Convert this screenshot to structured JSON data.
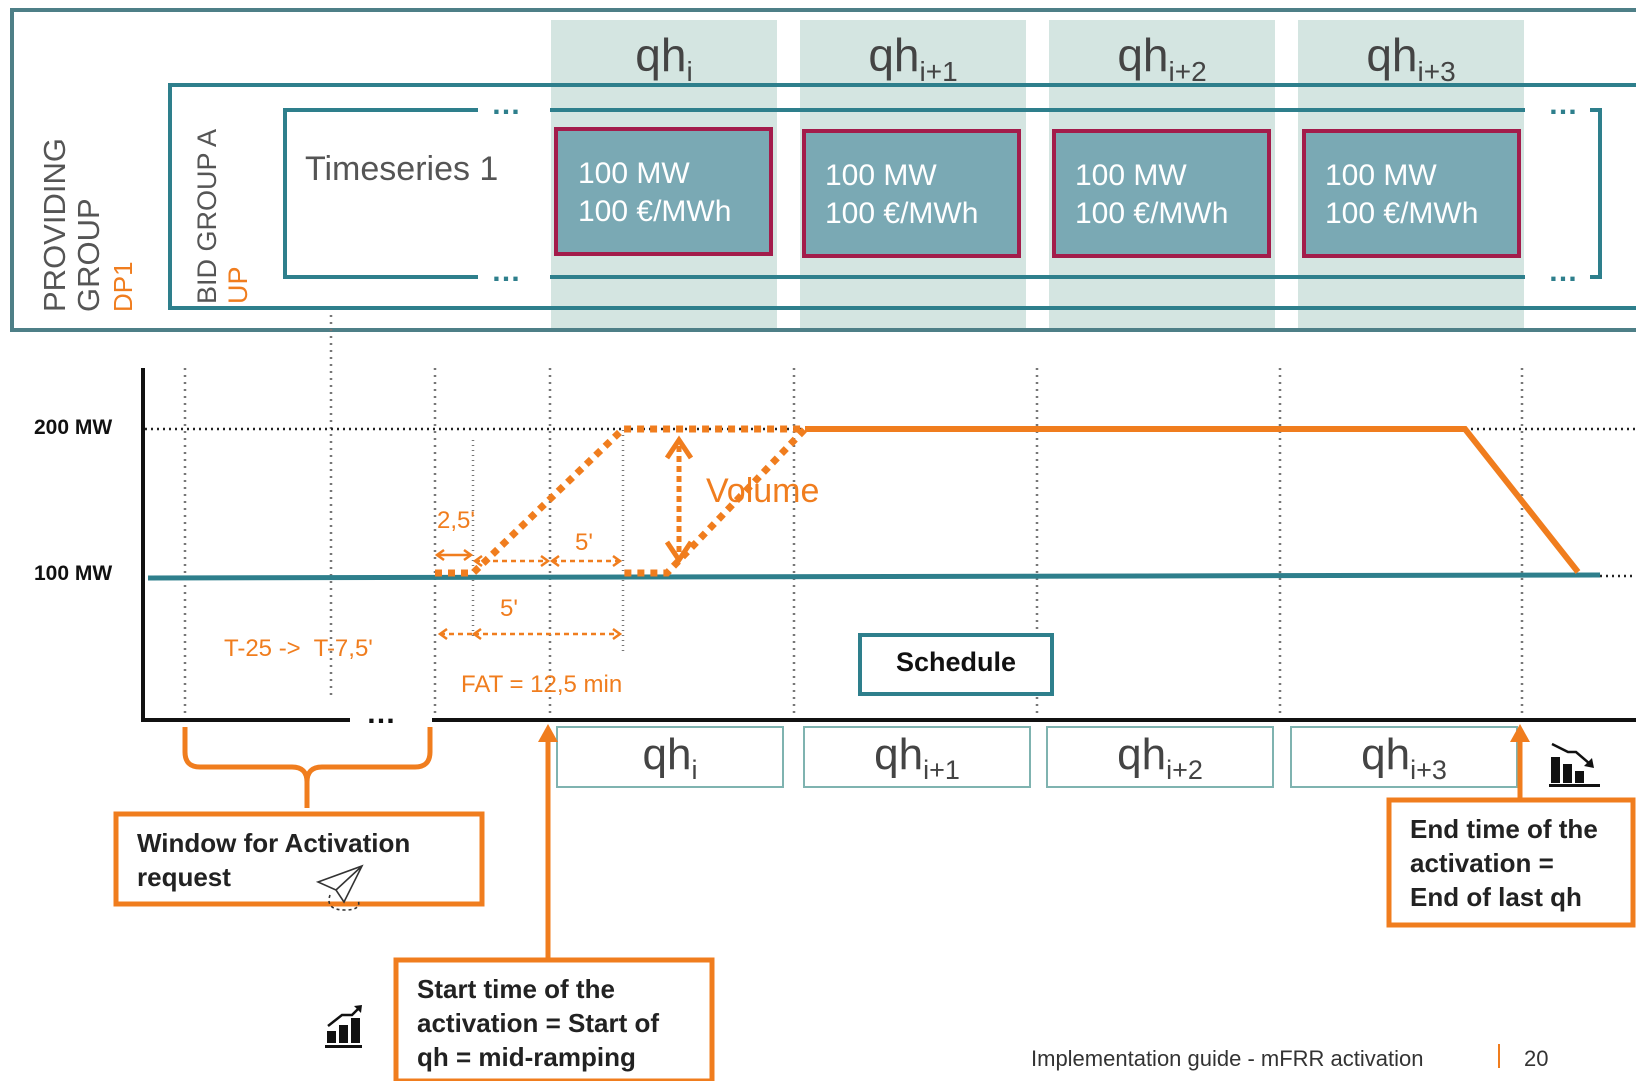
{
  "colors": {
    "teal": "#2e7f8c",
    "orange": "#f07d1e",
    "band": "#c9ded9",
    "bid_fill": "#7aa9b4",
    "bid_border": "#a31c4b"
  },
  "header": {
    "providing_group": "PROVIDING GROUP",
    "providing_group_line1": "PROVIDING",
    "providing_group_line2": "GROUP",
    "dp": "DP1",
    "bid_group": "BID GROUP A",
    "direction": "UP",
    "timeseries": "Timeseries 1",
    "ellipsis": "…",
    "quarter_hours": [
      {
        "base": "qh",
        "sub": "i"
      },
      {
        "base": "qh",
        "sub": "i+1"
      },
      {
        "base": "qh",
        "sub": "i+2"
      },
      {
        "base": "qh",
        "sub": "i+3"
      }
    ],
    "bids": [
      {
        "volume": "100 MW",
        "price": "100 €/MWh"
      },
      {
        "volume": "100 MW",
        "price": "100 €/MWh"
      },
      {
        "volume": "100 MW",
        "price": "100 €/MWh"
      },
      {
        "volume": "100 MW",
        "price": "100 €/MWh"
      }
    ]
  },
  "chart": {
    "y_labels": [
      "200 MW",
      "100 MW"
    ],
    "volume_label": "Volume",
    "ramp_label": "2,5'",
    "five_a": "5'",
    "five_b": "5'",
    "window_label": "T-25 ->  T-7,5'",
    "fat_label": "FAT = 12,5 min",
    "schedule_label": "Schedule",
    "axis_ellipsis": "…",
    "quarter_hours": [
      {
        "base": "qh",
        "sub": "i"
      },
      {
        "base": "qh",
        "sub": "i+1"
      },
      {
        "base": "qh",
        "sub": "i+2"
      },
      {
        "base": "qh",
        "sub": "i+3"
      }
    ]
  },
  "callouts": {
    "window_line1": "Window for Activation",
    "window_line2": "request",
    "start_line1": "Start time of the",
    "start_line2": "activation = Start of",
    "start_line3": "qh = mid-ramping",
    "end_line1": "End time of the",
    "end_line2": "activation =",
    "end_line3": "End of last qh"
  },
  "icons": [
    "paper-plane-icon",
    "bar-chart-up-icon",
    "bar-chart-down-icon"
  ],
  "footer": {
    "title": "Implementation guide - mFRR activation",
    "page": "20"
  }
}
